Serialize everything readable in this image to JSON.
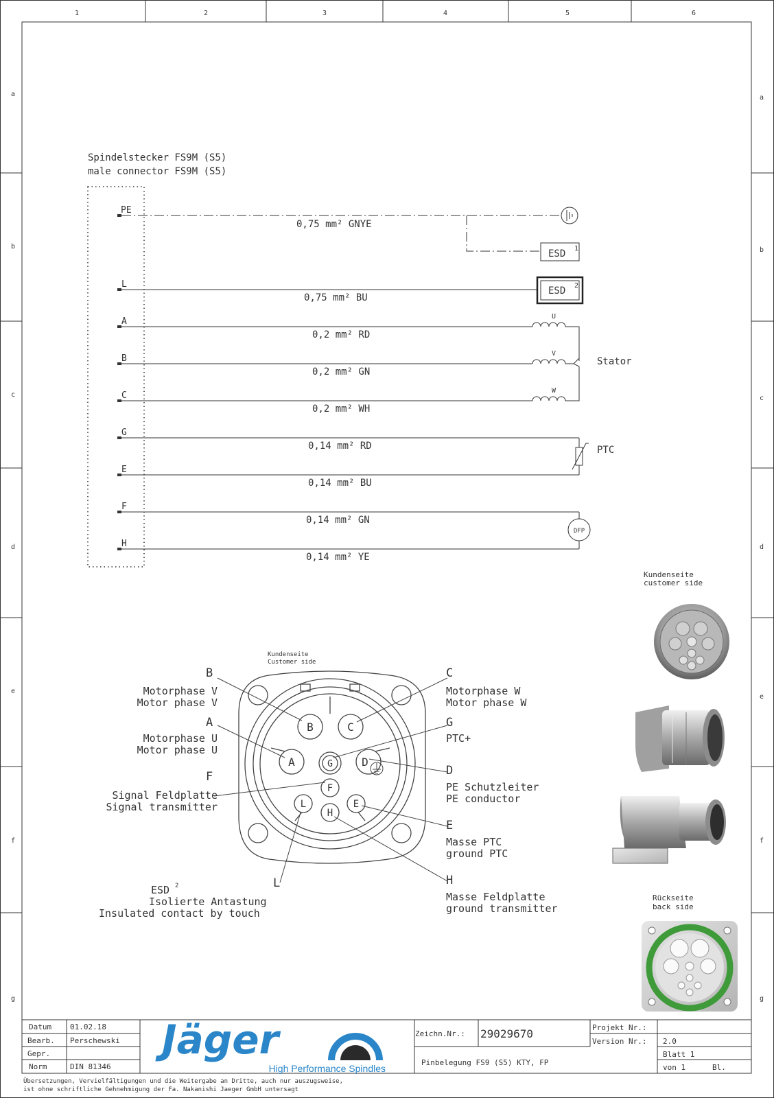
{
  "frame": {
    "columns": [
      "1",
      "2",
      "3",
      "4",
      "5",
      "6"
    ],
    "rows": [
      "a",
      "b",
      "c",
      "d",
      "e",
      "f",
      "g"
    ]
  },
  "connector": {
    "title_de": "Spindelstecker FS9M (S5)",
    "title_en": "male connector FS9M (S5)"
  },
  "wires": [
    {
      "pin": "PE",
      "label": "0,75 mm² GNYE"
    },
    {
      "pin": "L",
      "label": "0,75 mm² BU"
    },
    {
      "pin": "A",
      "label": "0,2 mm² RD"
    },
    {
      "pin": "B",
      "label": "0,2 mm² GN"
    },
    {
      "pin": "C",
      "label": "0,2 mm² WH"
    },
    {
      "pin": "G",
      "label": "0,14 mm² RD"
    },
    {
      "pin": "E",
      "label": "0,14 mm² BU"
    },
    {
      "pin": "F",
      "label": "0,14 mm² GN"
    },
    {
      "pin": "H",
      "label": "0,14 mm² YE"
    }
  ],
  "components": {
    "esd": "ESD",
    "esd1_sup": "1",
    "esd2_sup": "2",
    "coil_u": "U",
    "coil_v": "V",
    "coil_w": "W",
    "stator": "Stator",
    "ptc": "PTC",
    "dfp": "DFP"
  },
  "pinout": {
    "side_de": "Kundenseite",
    "side_en": "Customer side",
    "letters": [
      "B",
      "C",
      "A",
      "G",
      "D",
      "F",
      "L",
      "H",
      "E"
    ],
    "callouts": {
      "B": {
        "letter": "B",
        "de": "Motorphase V",
        "en": "Motor phase V"
      },
      "A": {
        "letter": "A",
        "de": "Motorphase U",
        "en": "Motor phase U"
      },
      "F": {
        "letter": "F",
        "de": "Signal Feldplatte",
        "en": "Signal transmitter"
      },
      "C": {
        "letter": "C",
        "de": "Motorphase W",
        "en": "Motor phase W"
      },
      "G": {
        "letter": "G",
        "de": "PTC+"
      },
      "D": {
        "letter": "D",
        "de": "PE Schutzleiter",
        "en": "PE conductor"
      },
      "E": {
        "letter": "E",
        "de": "Masse PTC",
        "en": "ground PTC"
      },
      "H": {
        "letter": "H",
        "de": "Masse Feldplatte",
        "en": "ground transmitter"
      },
      "L": {
        "letter": "L",
        "esd": "ESD",
        "esd_sup": "2",
        "de": "Isolierte Antastung",
        "en": "Insulated contact by touch"
      }
    }
  },
  "photos": {
    "customer_de": "Kundenseite",
    "customer_en": "customer side",
    "back_de": "Rückseite",
    "back_en": "back side"
  },
  "titleblock": {
    "datum_label": "Datum",
    "datum": "01.02.18",
    "bearb_label": "Bearb.",
    "bearb": "Perschewski",
    "gepr_label": "Gepr.",
    "gepr": "",
    "norm_label": "Norm",
    "norm": "DIN 81346",
    "logo_text": "Jäger",
    "logo_sub": "High Performance Spindles",
    "zeichn_label": "Zeichn.Nr.:",
    "zeichn": "29029670",
    "title": "Pinbelegung FS9 (S5) KTY, FP",
    "projekt_label": "Projekt Nr.:",
    "projekt": "",
    "version_label": "Version Nr.:",
    "version": "2.0",
    "blatt": "Blatt 1",
    "von": "von 1",
    "bl": "Bl."
  },
  "footer": {
    "line1": "Übersetzungen, Vervielfältigungen und die Weitergabe an Dritte, auch nur auszugsweise,",
    "line2": "ist ohne schriftliche Gehnehmigung der Fa. Nakanishi Jaeger GmbH untersagt"
  },
  "colors": {
    "logo_blue": "#2a86c8",
    "oring_green": "#3f9a3a"
  }
}
